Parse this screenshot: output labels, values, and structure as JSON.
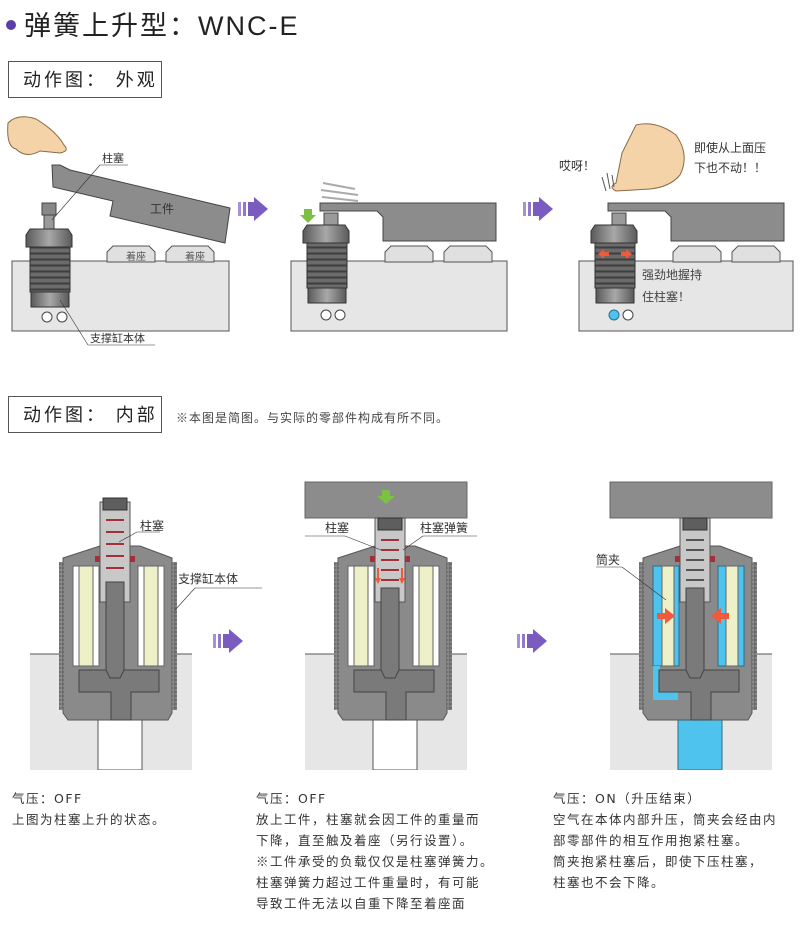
{
  "header": {
    "title": "弹簧上升型：WNC-E",
    "bullet_color": "#5b3fa6"
  },
  "section_exterior": {
    "label": "动作图：  外观",
    "panels": [
      {
        "labels": {
          "plunger": "柱塞",
          "workpiece": "工件",
          "seat_left": "着座",
          "seat_right": "着座",
          "body": "支撑缸本体"
        }
      },
      {
        "labels": {}
      },
      {
        "labels": {
          "exclaim": "哎呀！",
          "speech_line1": "即使从上面压",
          "speech_line2": "下也不动！！",
          "grip_line1": "强劲地握持",
          "grip_line2": "住柱塞！"
        }
      }
    ]
  },
  "section_interior": {
    "label": "动作图：  内部",
    "note": "※本图是简图。与实际的零部件构成有所不同。",
    "panels": [
      {
        "labels": {
          "plunger": "柱塞",
          "body": "支撑缸本体"
        }
      },
      {
        "labels": {
          "plunger": "柱塞",
          "spring": "柱塞弹簧"
        }
      },
      {
        "labels": {
          "collet": "筒夹"
        }
      }
    ]
  },
  "captions": [
    {
      "air": "气压：OFF",
      "lines": [
        "上图为柱塞上升的状态。"
      ]
    },
    {
      "air": "气压：OFF",
      "lines": [
        "放上工件，柱塞就会因工件的重量而",
        "下降，直至触及着座（另行设置）。",
        "※工件承受的负载仅仅是柱塞弹簧力。",
        "柱塞弹簧力超过工件重量时，有可能",
        "导致工件无法以自重下降至着座面"
      ]
    },
    {
      "air": "气压：ON（升压结束）",
      "lines": [
        "空气在本体内部升压，筒夹会经由内",
        "部零部件的相互作用抱紧柱塞。",
        "筒夹抱紧柱塞后，即使下压柱塞，",
        "柱塞也不会下降。"
      ]
    }
  ],
  "colors": {
    "arrow_purple": "#7a5cc0",
    "base_gray": "#e6e6e6",
    "metal_gray": "#8a8a8a",
    "air_blue": "#4ec3ee",
    "collet_yellow": "#eef0c8",
    "force_red": "#f05a3c",
    "push_green": "#7cc142"
  }
}
